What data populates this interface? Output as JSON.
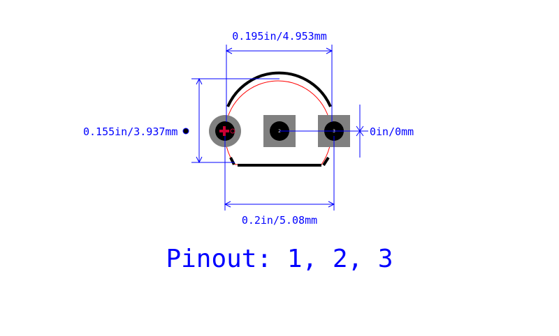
{
  "dimensions": {
    "top_width": "0.195in/4.953mm",
    "bottom_width": "0.2in/5.08mm",
    "left_height": "0.155in/3.937mm",
    "right_offset": "0in/0mm"
  },
  "pins": [
    {
      "number": "1",
      "shape": "round"
    },
    {
      "number": "2",
      "shape": "square"
    },
    {
      "number": "3",
      "shape": "square"
    }
  ],
  "pinout": "Pinout: 1, 2, 3",
  "colors": {
    "dimension": "#0000ff",
    "silkscreen": "#000000",
    "courtyard": "#ff0000",
    "pad": "#808080",
    "hole": "#000000",
    "polarity": "#cc0033"
  }
}
